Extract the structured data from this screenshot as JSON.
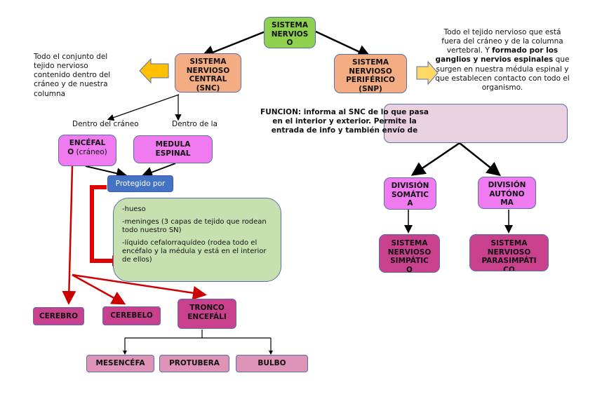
{
  "nodes": {
    "root": {
      "lines": [
        "SISTEMA",
        "NERVIOS",
        "O"
      ]
    },
    "snc": {
      "lines": [
        "SISTEMA",
        "NERVIOSO",
        "CENTRAL",
        "(SNC)"
      ]
    },
    "snp": {
      "lines": [
        "SISTEMA",
        "NERVIOSO",
        "PERIFÉRICO",
        "(SNP)"
      ]
    },
    "encefalo": {
      "bold": "ENCÉFAL",
      "bold2": "O",
      "normal": " (cráneo)"
    },
    "medula": {
      "lines": [
        "MEDULA",
        "ESPINAL"
      ]
    },
    "protegido": {
      "label": "Protegido por"
    },
    "proteccion": {
      "items": [
        "-hueso",
        "-meninges (3 capas de tejido que rodean todo nuestro SN)",
        "-líquido cefalorraquídeo (rodea todo el encéfalo y la médula y está en el interior de ellos)"
      ]
    },
    "cerebro": {
      "label": "CEREBRO"
    },
    "cerebelo": {
      "label": "CEREBELO"
    },
    "tronco": {
      "lines": [
        "TRONCO",
        "ENCEFÁLI"
      ]
    },
    "mesencefalo": {
      "label": "MESENCÉFA"
    },
    "protuberancia": {
      "label": "PROTUBERA"
    },
    "bulbo": {
      "label": "BULBO"
    },
    "funcion_box": {
      "label": ""
    },
    "somatica": {
      "lines": [
        "DIVISIÓN",
        "SOMÁTIC",
        "A"
      ]
    },
    "autonoma": {
      "lines": [
        "DIVISIÓN",
        "AUTÓNO",
        "MA"
      ]
    },
    "simpatico": {
      "lines": [
        "SISTEMA",
        "NERVIOSO",
        "SIMPÁTIC",
        "O"
      ]
    },
    "parasimpatico": {
      "lines": [
        "SISTEMA",
        "NERVIOSO",
        "PARASIMPÁTI",
        "CO"
      ]
    }
  },
  "texts": {
    "snc_desc": "Todo el conjunto del tejido nervioso contenido dentro del cráneo y de nuestra columna",
    "snp_desc_1": "Todo el tejido nervioso que está fuera del cráneo y de la columna vertebral. Y ",
    "snp_desc_bold": "formado por los ganglios y nervios espinales",
    "snp_desc_2": " que surgen en nuestra médula espinal y que establecen contacto con todo el organismo.",
    "dentro_craneo": "Dentro del cráneo",
    "dentro_columna": "Dentro de la",
    "funcion": "FUNCION: informa al SNC de lo que pasa en el interior y exterior. Permite la entrada de info y también envío de"
  },
  "colors": {
    "root": "#8fd14f",
    "system": "#f4ad82",
    "subpart": "#f07af0",
    "structure": "#c9418d",
    "leaf": "#dd94b6",
    "protection": "#c6e0b0",
    "protected_label": "#4472c4",
    "red_connector": "#cc0000",
    "arrow_yellow": "#ffc000"
  }
}
